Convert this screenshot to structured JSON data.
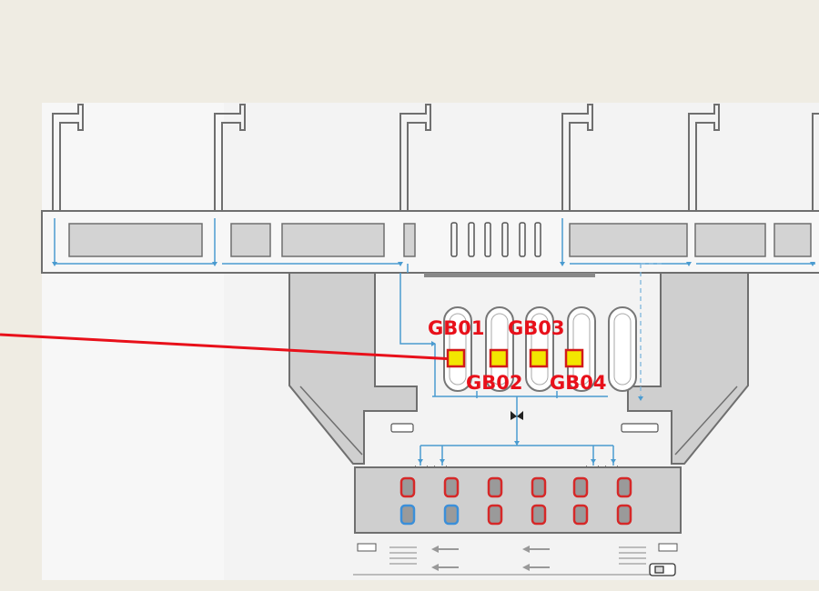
{
  "colors": {
    "background": "#efece3",
    "plan_paper": "#f2f2f2",
    "wall_fill": "#cfcfcf",
    "wall_stroke": "#6f6f6f",
    "flow_arrow": "#4a9bd0",
    "callout_red": "#e8101a",
    "gate_marker_fill": "#f3e600",
    "parking_red": "#d62828",
    "parking_blue": "#3b8fd9"
  },
  "floor_plan": {
    "labels": [
      {
        "id": "GB01",
        "text": "GB01"
      },
      {
        "id": "GB02",
        "text": "GB02"
      },
      {
        "id": "GB03",
        "text": "GB03"
      },
      {
        "id": "GB04",
        "text": "GB04"
      }
    ],
    "gate_markers": [
      "GB01",
      "GB02",
      "GB03",
      "GB04"
    ],
    "icons": {
      "flow_arrow": "down-arrow-icon",
      "doorway": "double-door-icon",
      "queue": "queue-loop-icon",
      "car": "car-icon",
      "traffic": "left-arrow-icon",
      "bench": "bench-icon"
    }
  }
}
